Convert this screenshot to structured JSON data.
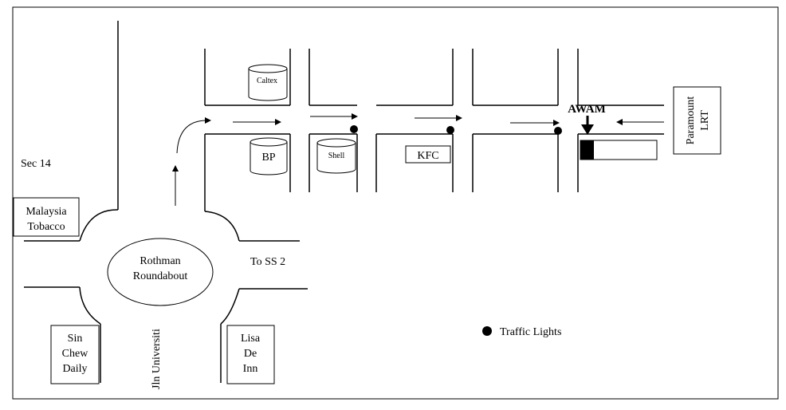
{
  "map": {
    "labels": {
      "sec14": "Sec 14",
      "malaysia_tobacco": [
        "Malaysia",
        "Tobacco"
      ],
      "roundabout": [
        "Rothman",
        "Roundabout"
      ],
      "to_ss2": "To SS 2",
      "jln_universiti": "Jln Universiti",
      "sin_chew": [
        "Sin",
        "Chew",
        "Daily"
      ],
      "lisa_de_inn": [
        "Lisa",
        "De",
        "Inn"
      ],
      "caltex": "Caltex",
      "bp": "BP",
      "shell": "Shell",
      "kfc": "KFC",
      "awam": "AWAM",
      "paramount": [
        "Paramount",
        "LRT"
      ]
    },
    "legend": {
      "traffic_lights": "Traffic Lights"
    }
  }
}
